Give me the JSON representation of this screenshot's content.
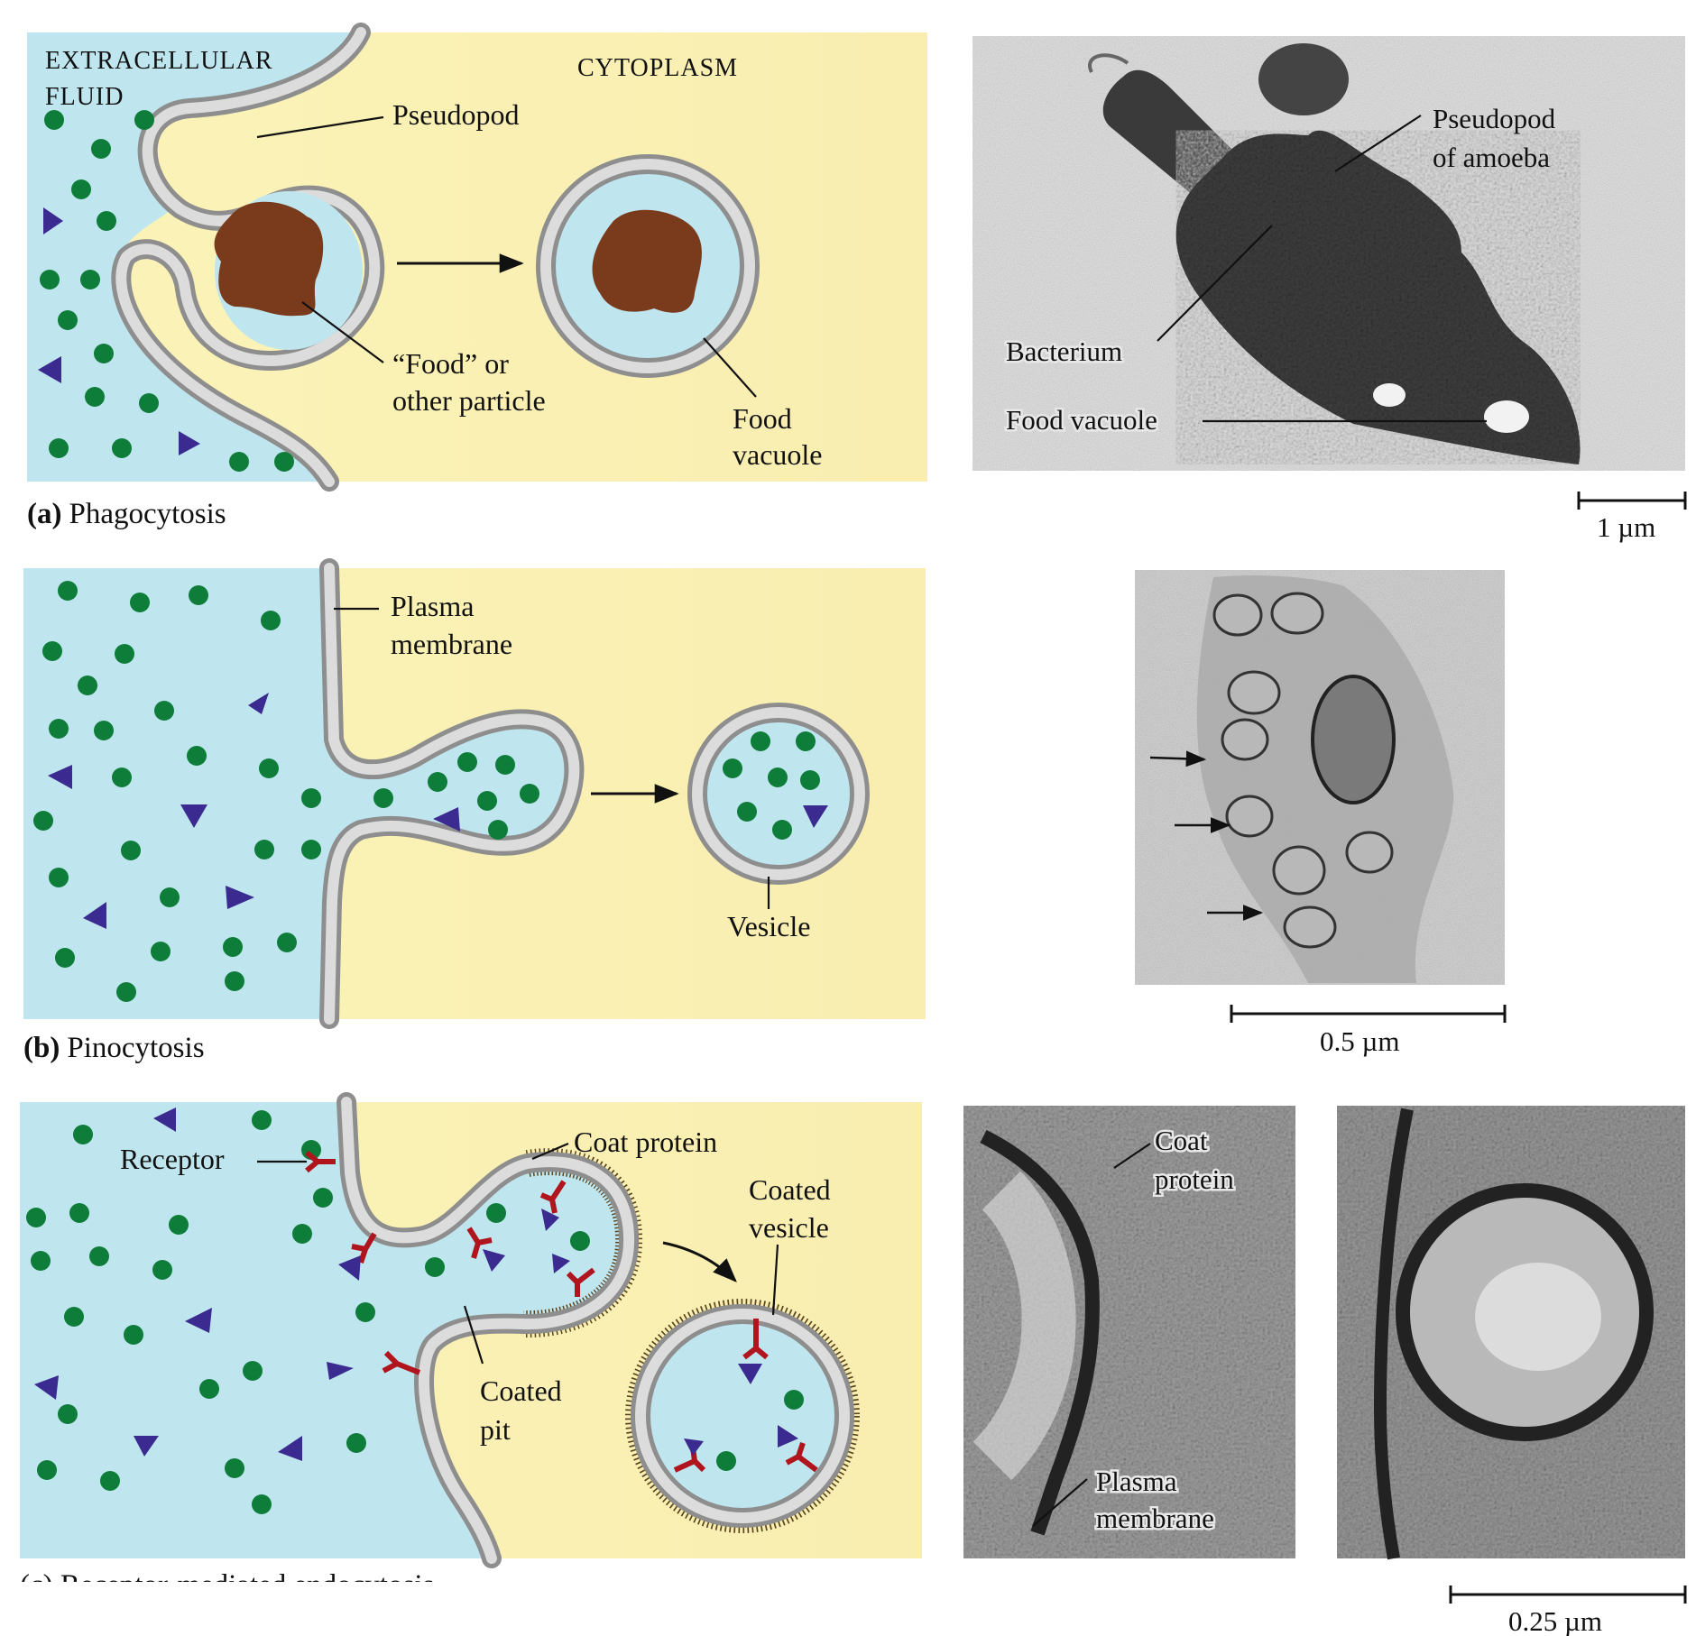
{
  "figure": {
    "colors": {
      "extracellular_fluid": "#bfe6ef",
      "cytoplasm": "#fbf3b8",
      "membrane": "#8e8e8e",
      "food_particle": "#7a3a1c",
      "solute_dot": "#0f7d3a",
      "solute_triangle": "#3b2a8f",
      "receptor": "#b0151e",
      "em_background": "#d9d9d9"
    },
    "panel_a": {
      "extracellular_label_line1": "EXTRACELLULAR",
      "extracellular_label_line2": "FLUID",
      "cytoplasm_label": "CYTOPLASM",
      "pseudopod_label": "Pseudopod",
      "food_label_line1": "“Food” or",
      "food_label_line2": "other particle",
      "food_vacuole_line1": "Food",
      "food_vacuole_line2": "vacuole",
      "caption_letter": "(a)",
      "caption_text": "Phagocytosis",
      "em_pseudopod_line1": "Pseudopod",
      "em_pseudopod_line2": "of amoeba",
      "em_bacterium": "Bacterium",
      "em_food_vacuole": "Food vacuole",
      "scale_bar": "1 µm"
    },
    "panel_b": {
      "plasma_membrane_line1": "Plasma",
      "plasma_membrane_line2": "membrane",
      "vesicle_label": "Vesicle",
      "caption_letter": "(b)",
      "caption_text": "Pinocytosis",
      "scale_bar": "0.5 µm"
    },
    "panel_c": {
      "receptor_label": "Receptor",
      "coat_protein_label": "Coat protein",
      "coated_vesicle_line1": "Coated",
      "coated_vesicle_line2": "vesicle",
      "coated_pit_line1": "Coated",
      "coated_pit_line2": "pit",
      "caption_partial": "(c) Receptor-mediated endocytosis",
      "em_coat_line1": "Coat",
      "em_coat_line2": "protein",
      "em_plasma_line1": "Plasma",
      "em_plasma_line2": "membrane",
      "scale_bar": "0.25 µm"
    }
  }
}
